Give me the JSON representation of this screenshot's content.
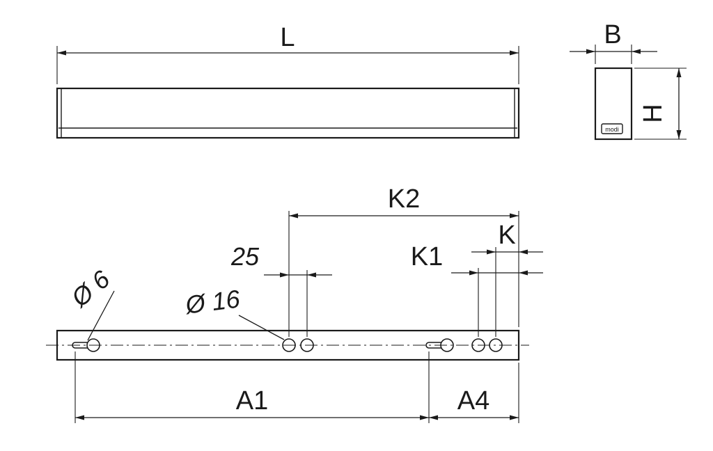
{
  "drawing": {
    "type": "technical-dimension-drawing",
    "line_color": "#1a1a1a",
    "background_color": "#ffffff"
  },
  "labels": {
    "overall_length": "L",
    "overall_width": "B",
    "overall_height": "H",
    "k2": "K2",
    "k": "K",
    "k1": "K1",
    "hole_pair_spacing": "25",
    "a1": "A1",
    "a4": "A4",
    "slot_diameter": "Ø 6",
    "hole_diameter": "Ø 16",
    "end_cap_logo": "modi"
  }
}
